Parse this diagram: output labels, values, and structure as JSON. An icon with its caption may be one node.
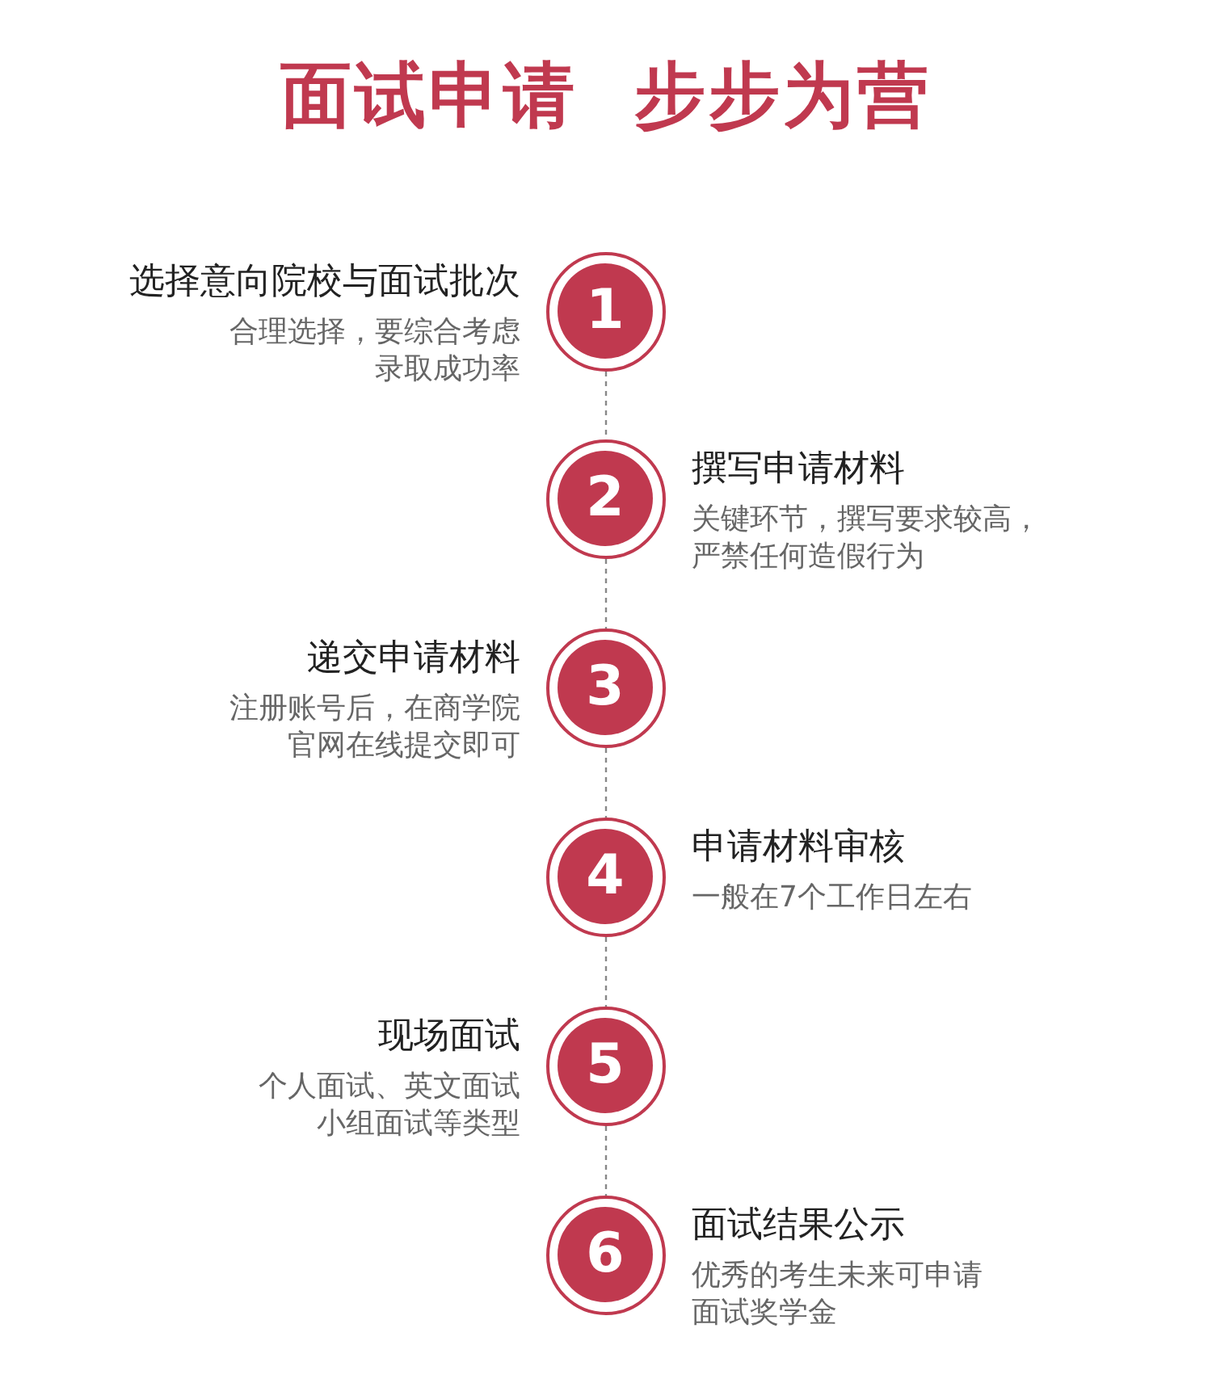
{
  "diagram": {
    "title": "面试申请  步步为营",
    "nodes": [
      {
        "text": [
          "1"
        ],
        "beside": [
          "选择意向院校与面试批次",
          "合理选择，要综合考虑录取成功率"
        ]
      },
      {
        "text": [
          "2"
        ],
        "beside": [
          "撰写申请材料",
          "关键环节，撰写要求较高，严禁任何造假行为"
        ]
      },
      {
        "text": [
          "3"
        ],
        "beside": [
          "递交申请材料",
          "注册账号后，在商学院官网在线提交即可"
        ]
      },
      {
        "text": [
          "4"
        ],
        "beside": [
          "申请材料审核",
          "一般在7个工作日左右"
        ]
      },
      {
        "text": [
          "5"
        ],
        "beside": [
          "现场面试",
          "个人面试、英文面试小组面试等类型"
        ]
      },
      {
        "text": [
          "6"
        ],
        "beside": [
          "面试结果公示",
          "优秀的考生未来可申请面试奖学金"
        ]
      }
    ],
    "edges": [
      {
        "from": 0,
        "to": 1,
        "arrow": "none",
        "style": "dashed"
      },
      {
        "from": 1,
        "to": 2,
        "arrow": "none",
        "style": "dashed"
      },
      {
        "from": 2,
        "to": 3,
        "arrow": "none",
        "style": "dashed"
      },
      {
        "from": 3,
        "to": 4,
        "arrow": "none",
        "style": "dashed"
      },
      {
        "from": 4,
        "to": 5,
        "arrow": "none",
        "style": "dashed"
      }
    ]
  }
}
